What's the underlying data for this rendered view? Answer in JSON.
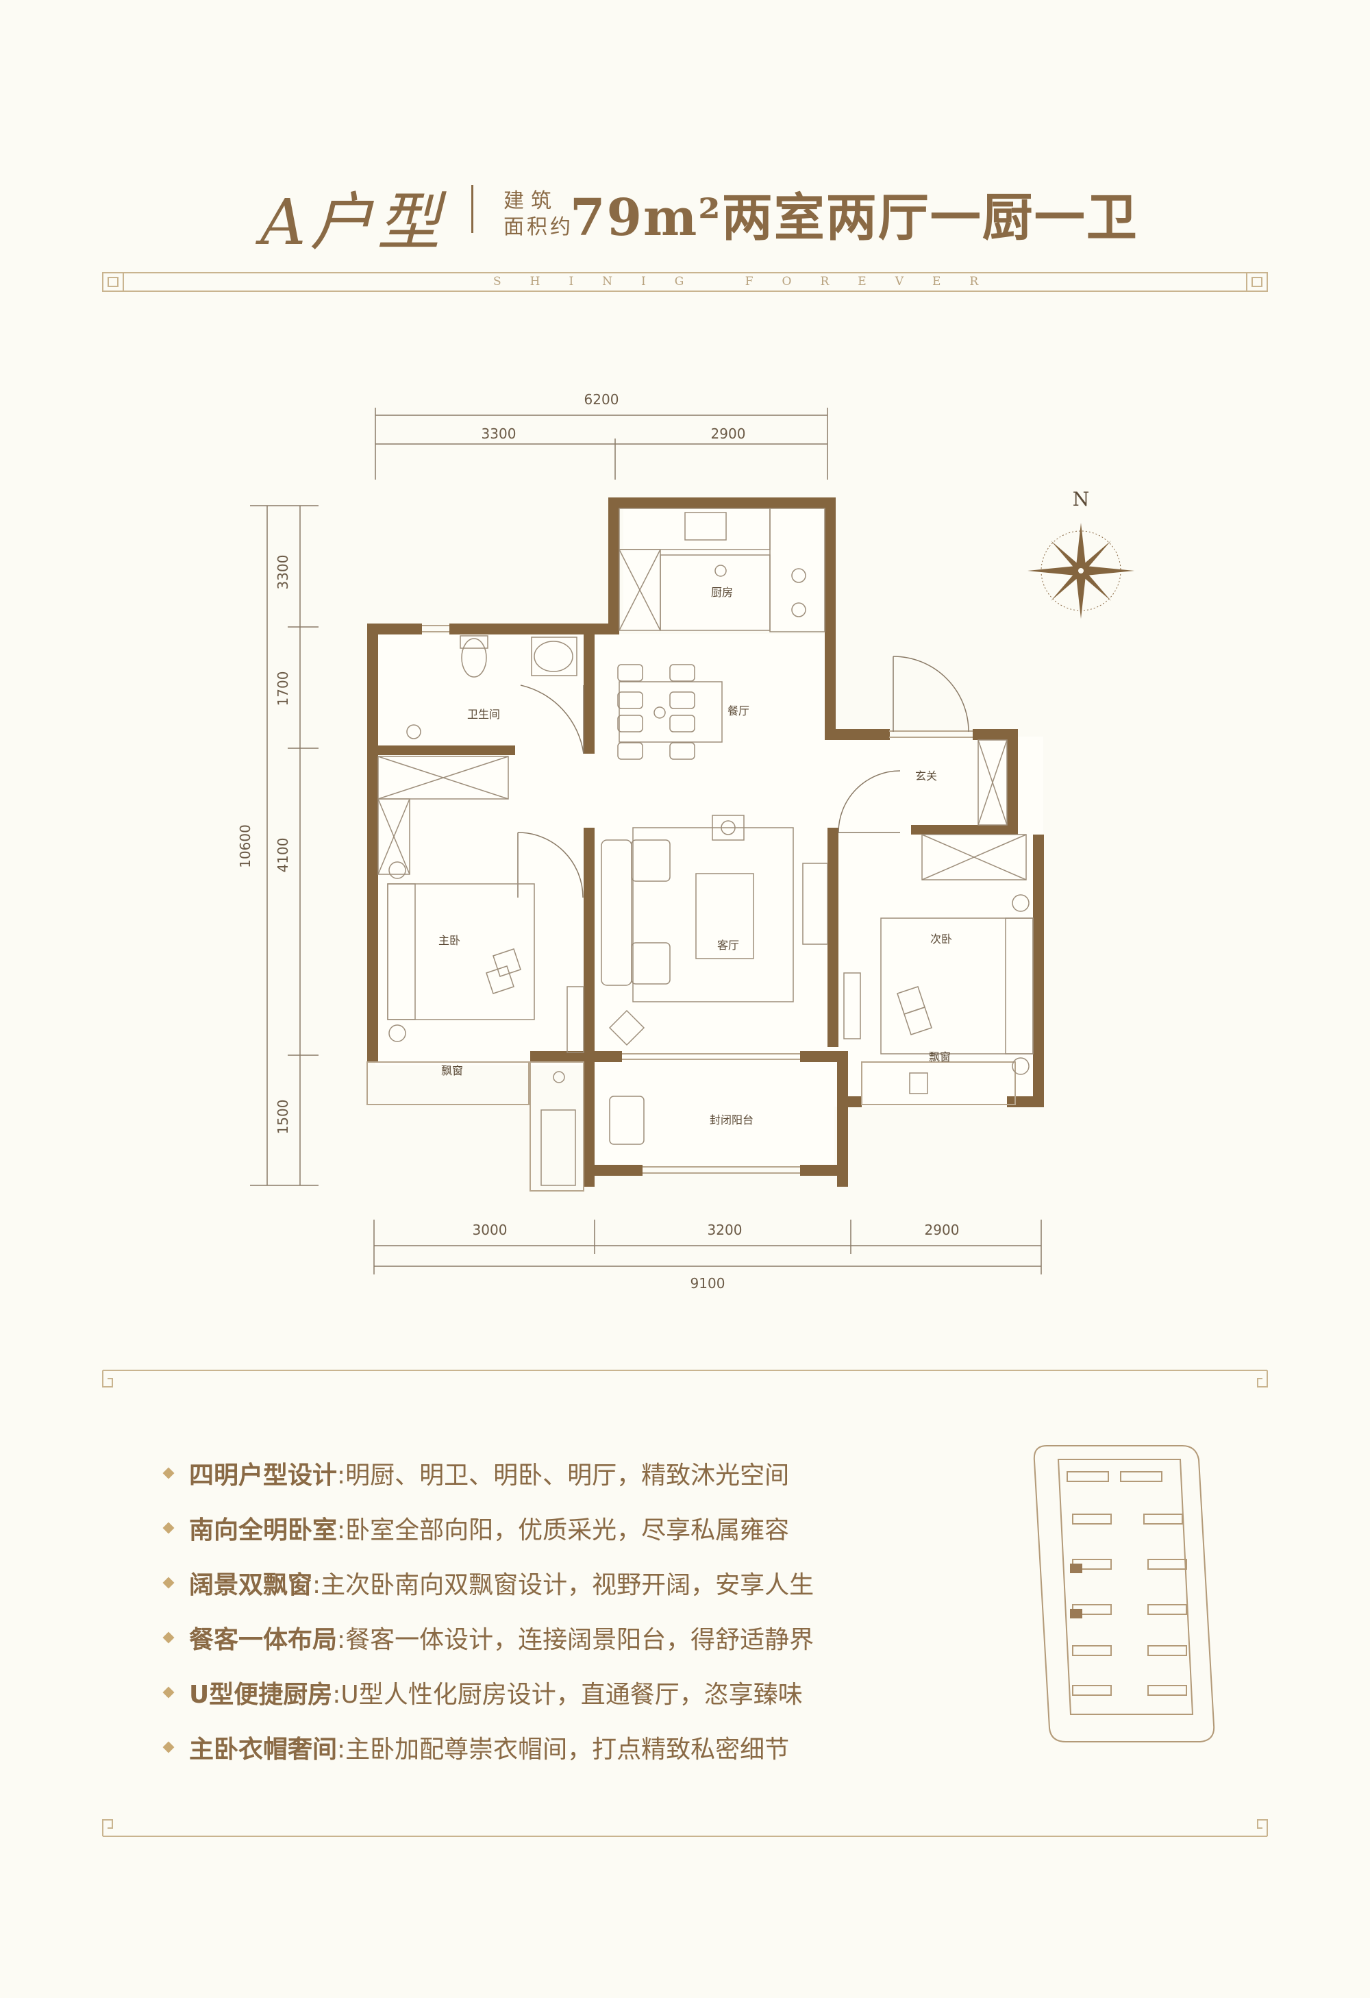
{
  "header": {
    "unit_type": "A户型",
    "area_label_line1": "建筑",
    "area_label_line2": "面积约",
    "main_title": "79m²两室两厅一厨一卫",
    "frame_tagline": "SHINIG FOREVER"
  },
  "plan": {
    "compass": "N",
    "rooms": {
      "kitchen": "厨房",
      "bathroom": "卫生间",
      "dining": "餐厅",
      "entrance": "玄关",
      "master_bedroom": "主卧",
      "living_room": "客厅",
      "second_bedroom": "次卧",
      "bay_window_left": "飘窗",
      "bay_window_right": "飘窗",
      "enclosed_balcony": "封闭阳台"
    },
    "dimensions": {
      "top_total": "6200",
      "top_left": "3300",
      "top_right": "2900",
      "left_total": "10600",
      "left_1": "3300",
      "left_2": "1700",
      "left_3": "4100",
      "left_4": "1500",
      "bottom_1": "3000",
      "bottom_2": "3200",
      "bottom_3": "2900",
      "bottom_total": "9100"
    }
  },
  "features": [
    {
      "title": "四明户型设计",
      "text": ":明厨、明卫、明卧、明厅，精致沐光空间"
    },
    {
      "title": "南向全明卧室",
      "text": ":卧室全部向阳，优质采光，尽享私属雍容"
    },
    {
      "title": "阔景双飘窗",
      "text": ":主次卧南向双飘窗设计，视野开阔，安享人生"
    },
    {
      "title": "餐客一体布局",
      "text": ":餐客一体设计，连接阔景阳台，得舒适静界"
    },
    {
      "title": "U型便捷厨房",
      "text": ":U型人性化厨房设计，直通餐厅，恣享臻味"
    },
    {
      "title": "主卧衣帽奢间",
      "text": ":主卧加配尊崇衣帽间，打点精致私密细节"
    }
  ],
  "colors": {
    "brand": "#8a6a45",
    "wall": "#84653f",
    "background": "#fcfbf4"
  }
}
